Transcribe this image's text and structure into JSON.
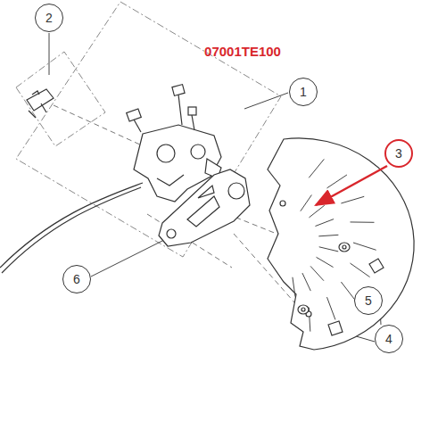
{
  "diagram": {
    "nodes": [
      {
        "text": [
          "2"
        ]
      },
      {
        "text": [
          "1"
        ]
      },
      {
        "text": [
          "3"
        ]
      },
      {
        "text": [
          "6"
        ]
      },
      {
        "text": [
          "5"
        ]
      },
      {
        "text": [
          "4"
        ]
      }
    ],
    "labels": [
      "07001TE100"
    ]
  }
}
